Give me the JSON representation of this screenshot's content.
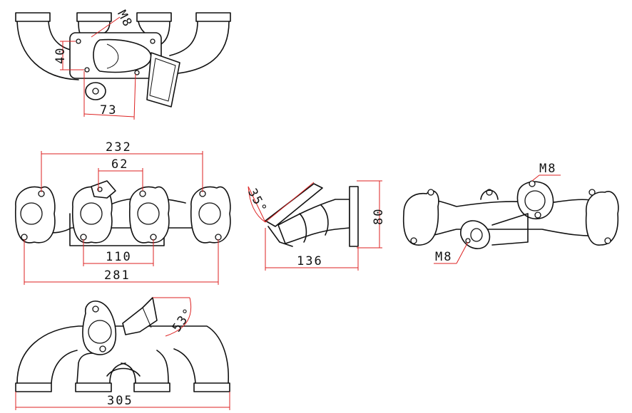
{
  "colors": {
    "line": "#111111",
    "dimension": "#dd2222",
    "background": "#ffffff"
  },
  "views": {
    "top": {
      "dims": {
        "flange_height": "40",
        "flange_width": "73",
        "thread": "M8"
      }
    },
    "front": {
      "dims": {
        "outer_flange_span": "232",
        "inner_flange_span": "62",
        "lower_span": "110",
        "total_width": "281"
      }
    },
    "side": {
      "dims": {
        "angle": "35°",
        "depth": "136",
        "height": "80"
      }
    },
    "rear": {
      "dims": {
        "thread_top": "M8",
        "thread_bottom": "M8"
      }
    },
    "bottom": {
      "dims": {
        "angle": "53°",
        "total_length": "305"
      }
    }
  }
}
